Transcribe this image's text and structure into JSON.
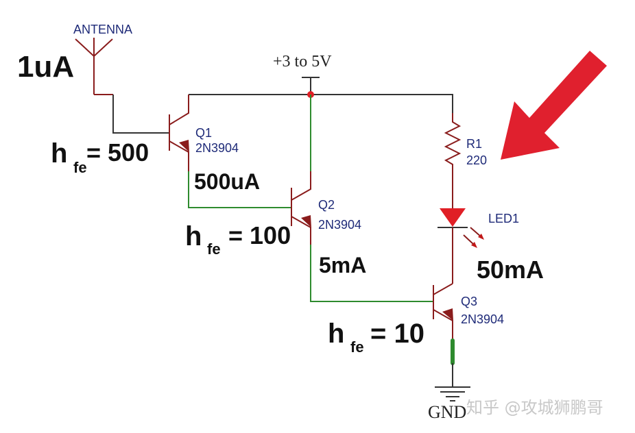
{
  "labels": {
    "antenna": "ANTENNA",
    "supply": "+3 to 5V",
    "ground": "GND",
    "input_current": "1uA",
    "q1_current": "500uA",
    "q2_current": "5mA",
    "led_current": "50mA"
  },
  "components": {
    "q1": {
      "name": "Q1",
      "part": "2N3904",
      "hfe_symbol": "h",
      "hfe_sub": "fe",
      "hfe_value": "= 500"
    },
    "q2": {
      "name": "Q2",
      "part": "2N3904",
      "hfe_symbol": "h",
      "hfe_sub": "fe",
      "hfe_value": "= 100"
    },
    "q3": {
      "name": "Q3",
      "part": "2N3904",
      "hfe_symbol": "h",
      "hfe_sub": "fe",
      "hfe_value": "= 10"
    },
    "r1": {
      "name": "R1",
      "value": "220"
    },
    "led1": {
      "name": "LED1"
    }
  },
  "watermark": "知乎 @攻城狮鹏哥",
  "colors": {
    "wire": "#8a1c1c",
    "active_wire": "#2e8b2e",
    "led": "#e01f26",
    "arrow": "#e0202e",
    "label": "#1e2a78"
  }
}
